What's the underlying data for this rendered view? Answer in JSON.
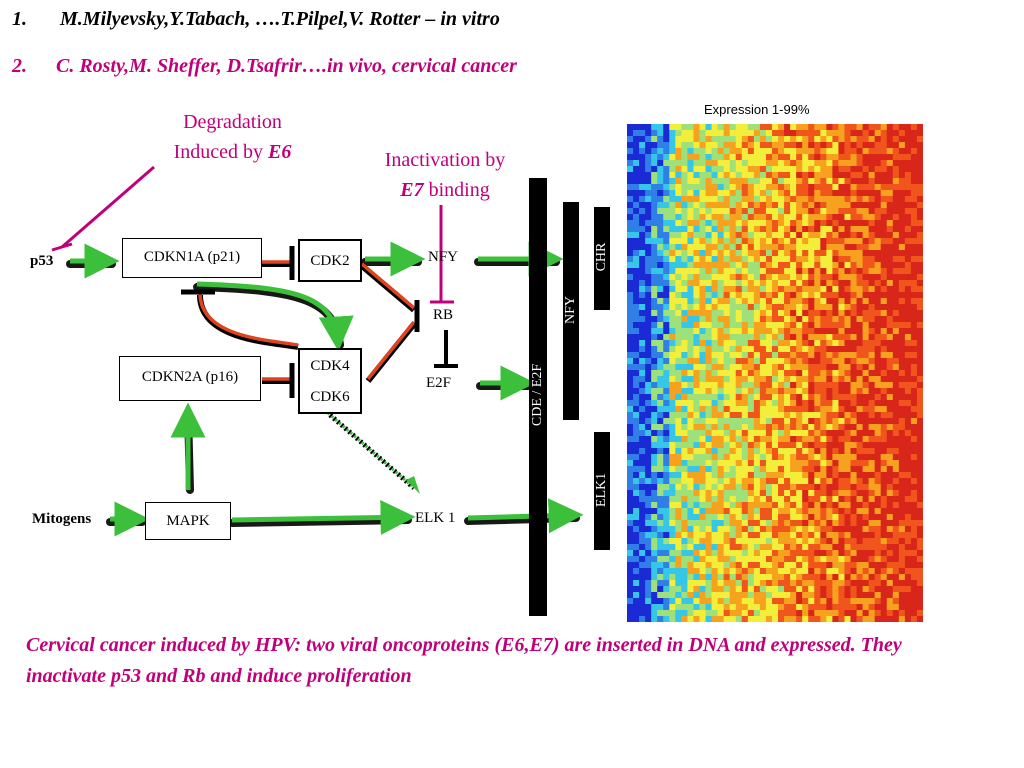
{
  "references": [
    {
      "number": "1.",
      "text": "M.Milyevsky,Y.Tabach, ….T.Pilpel,V. Rotter – in vitro"
    },
    {
      "number": "2.",
      "text": "C. Rosty,M. Sheffer, D.Tsafrir….in vivo, cervical cancer"
    }
  ],
  "annotations": {
    "degradation_line1": "Degradation",
    "degradation_line2_prefix": "Induced by ",
    "degradation_agent": "E6",
    "inactivation_line1": "Inactivation by",
    "inactivation_agent": "E7",
    "inactivation_suffix": " binding"
  },
  "nodes": {
    "p53": "p53",
    "cdkn1a": "CDKN1A (p21)",
    "cdk2": "CDK2",
    "nfy": "NFY",
    "rb": "RB",
    "e2f": "E2F",
    "cdkn2a": "CDKN2A (p16)",
    "cdk4": "CDK4",
    "cdk6": "CDK6",
    "mitogens": "Mitogens",
    "mapk": "MAPK",
    "elk1": "ELK 1"
  },
  "bars": {
    "cde_e2f": "CDE / E2F",
    "nfy": "NFY",
    "chr": "CHR",
    "elk1": "ELK1"
  },
  "heatmap": {
    "title": "Expression 1-99%",
    "colors": [
      "#1a2bd6",
      "#2f7fe6",
      "#36c7e8",
      "#9ee07a",
      "#f3ee3a",
      "#f7a21e",
      "#f0561c",
      "#d9261a"
    ]
  },
  "caption": "Cervical cancer induced by HPV: two viral oncoproteins (E6,E7) are inserted in DNA and expressed. They inactivate p53 and Rb and induce proliferation"
}
